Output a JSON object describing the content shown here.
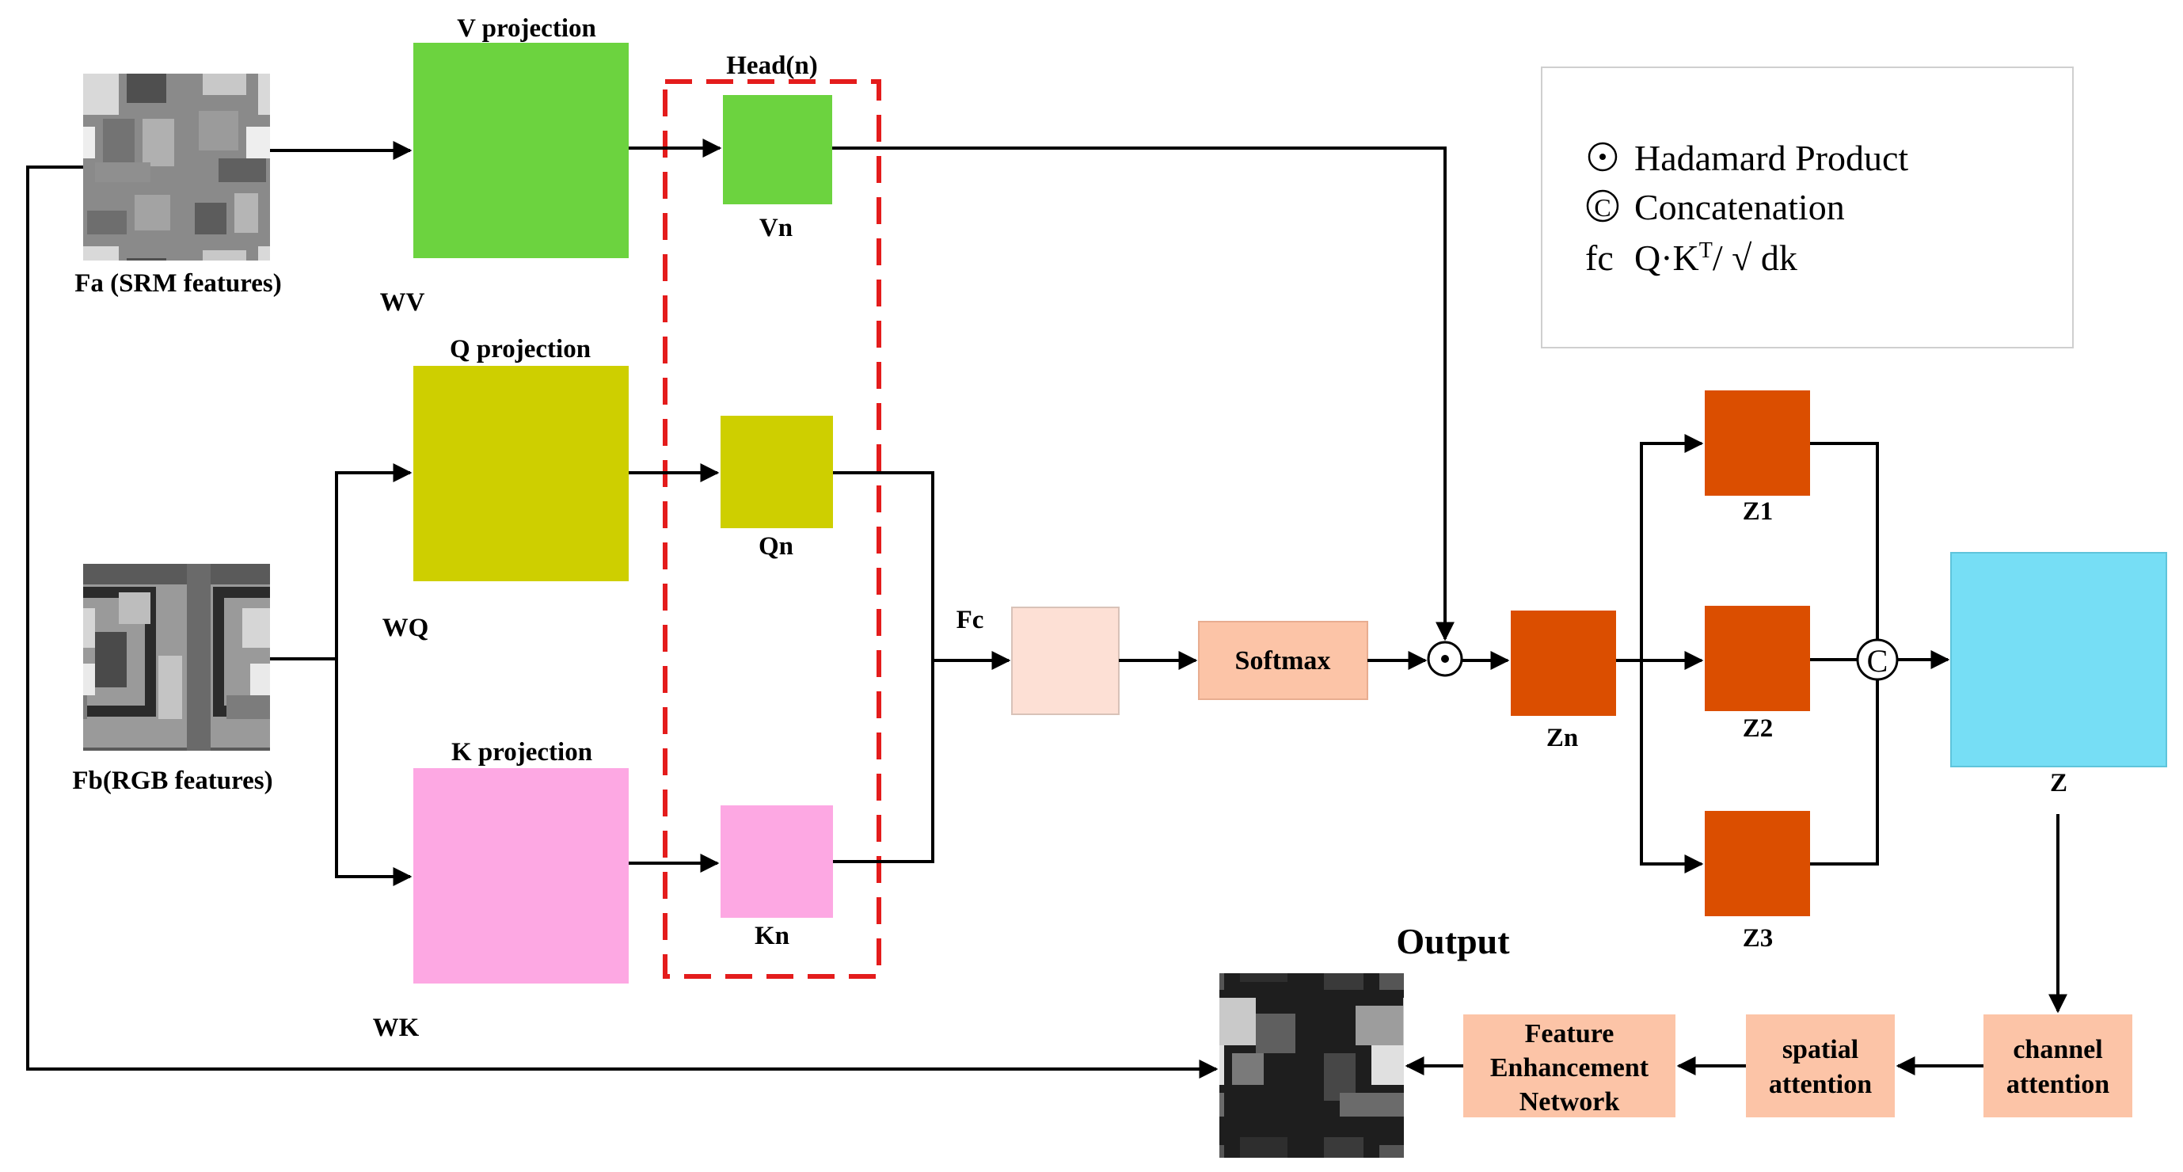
{
  "colors": {
    "v": "#6cd33f",
    "q": "#cecf00",
    "k": "#fda8e3",
    "fc": "#fde0d5",
    "softmax": "#fcc4a7",
    "z_orange": "#db4e00",
    "z_out": "#76def5",
    "attention": "#fcc4a7",
    "head_border": "#e41c1c",
    "legend_border": "#cfcfcf"
  },
  "inputs": {
    "fa_label": "Fa (SRM features)",
    "fb_label": "Fb(RGB features)"
  },
  "projections": {
    "v_title": "V projection",
    "q_title": "Q projection",
    "k_title": "K projection",
    "wv": "WV",
    "wq": "WQ",
    "wk": "WK"
  },
  "head": {
    "title": "Head(n)",
    "vn": "Vn",
    "qn": "Qn",
    "kn": "Kn"
  },
  "ops": {
    "fc": "Fc",
    "softmax": "Softmax",
    "hadamard_symbol": "⊙",
    "concat_symbol": "C"
  },
  "outputs": {
    "zn": "Zn",
    "z1": "Z1",
    "z2": "Z2",
    "z3": "Z3",
    "z": "Z",
    "output_title": "Output"
  },
  "post": {
    "channel_line1": "channel",
    "channel_line2": "attention",
    "spatial_line1": "spatial",
    "spatial_line2": "attention",
    "fen_line1": "Feature",
    "fen_line2": "Enhancement",
    "fen_line3": "Network"
  },
  "legend": {
    "hadamard_symbol": "⊙",
    "hadamard_text": "Hadamard Product",
    "concat_symbol": "©",
    "concat_text": "Concatenation",
    "fc_symbol": "fc",
    "fc_formula_a": "Q·K",
    "fc_formula_sup": "T",
    "fc_formula_b": "/ √ dk"
  }
}
